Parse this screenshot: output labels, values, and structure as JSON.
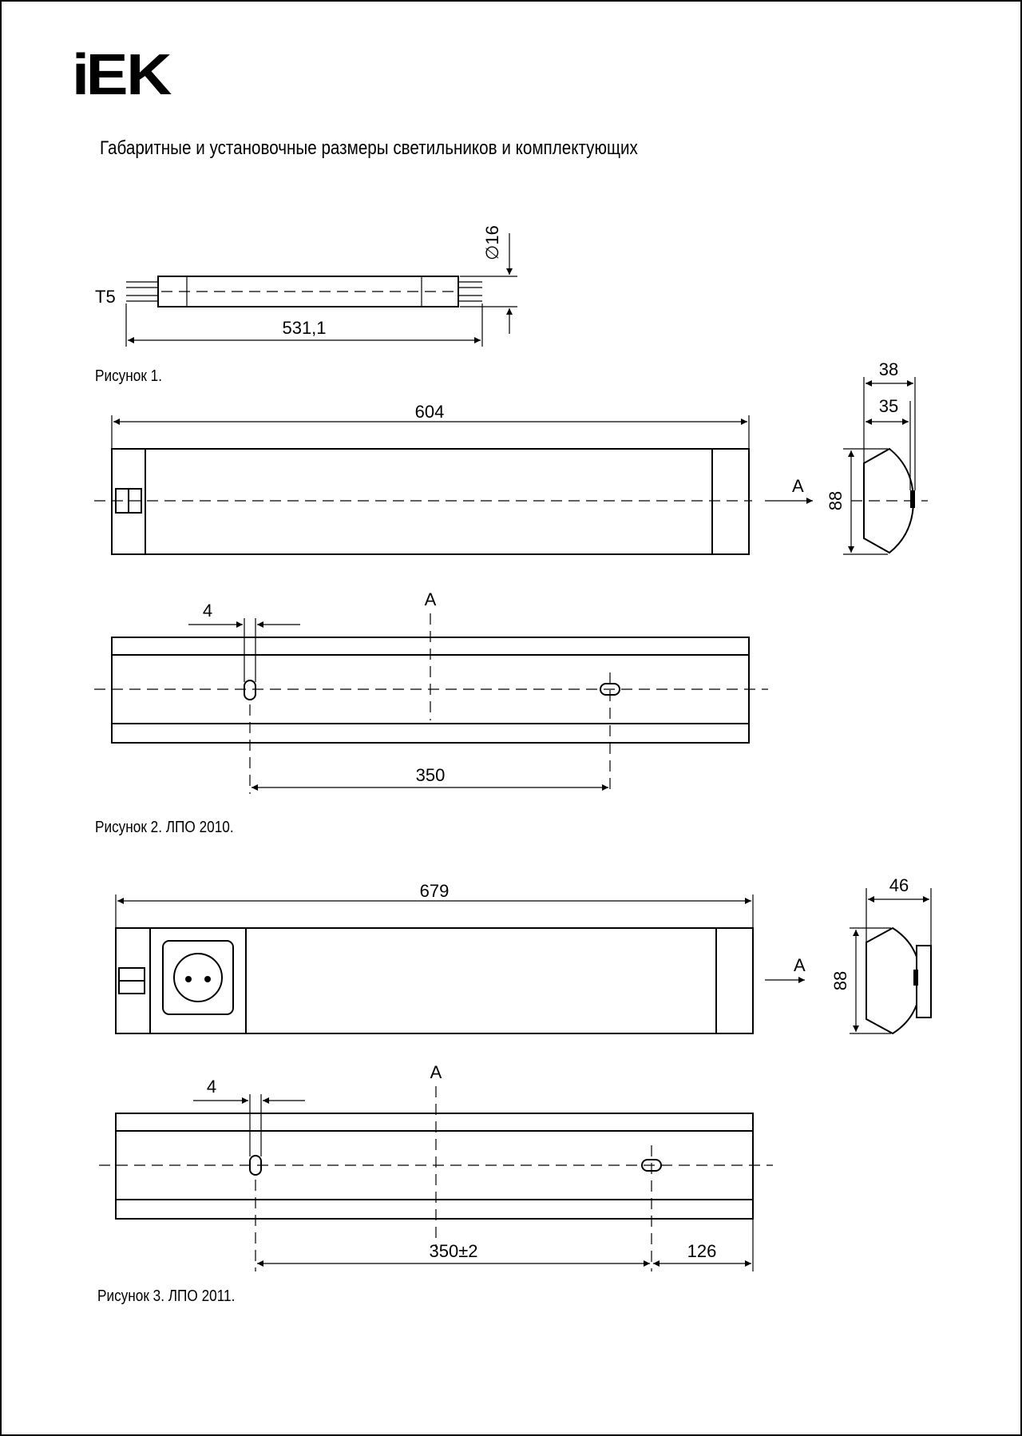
{
  "brand": {
    "logo_text": "IEK"
  },
  "title": "Габаритные и установочные размеры светильников и комплектующих",
  "figure1": {
    "caption": "Рисунок 1.",
    "lamp_type": "T5",
    "diameter": "∅16",
    "length": "531,1"
  },
  "figure2": {
    "caption": "Рисунок 2.  ЛПО 2010.",
    "length": "604",
    "depth_outer": "38",
    "depth_inner": "35",
    "height": "88",
    "view_arrow": "А",
    "view_label": "А",
    "slot_width": "4",
    "mount_distance": "350"
  },
  "figure3": {
    "caption": "Рисунок 3. ЛПО 2011.",
    "length": "679",
    "depth": "46",
    "height": "88",
    "view_arrow": "А",
    "view_label": "А",
    "slot_width": "4",
    "mount_distance": "350±2",
    "end_offset": "126"
  }
}
